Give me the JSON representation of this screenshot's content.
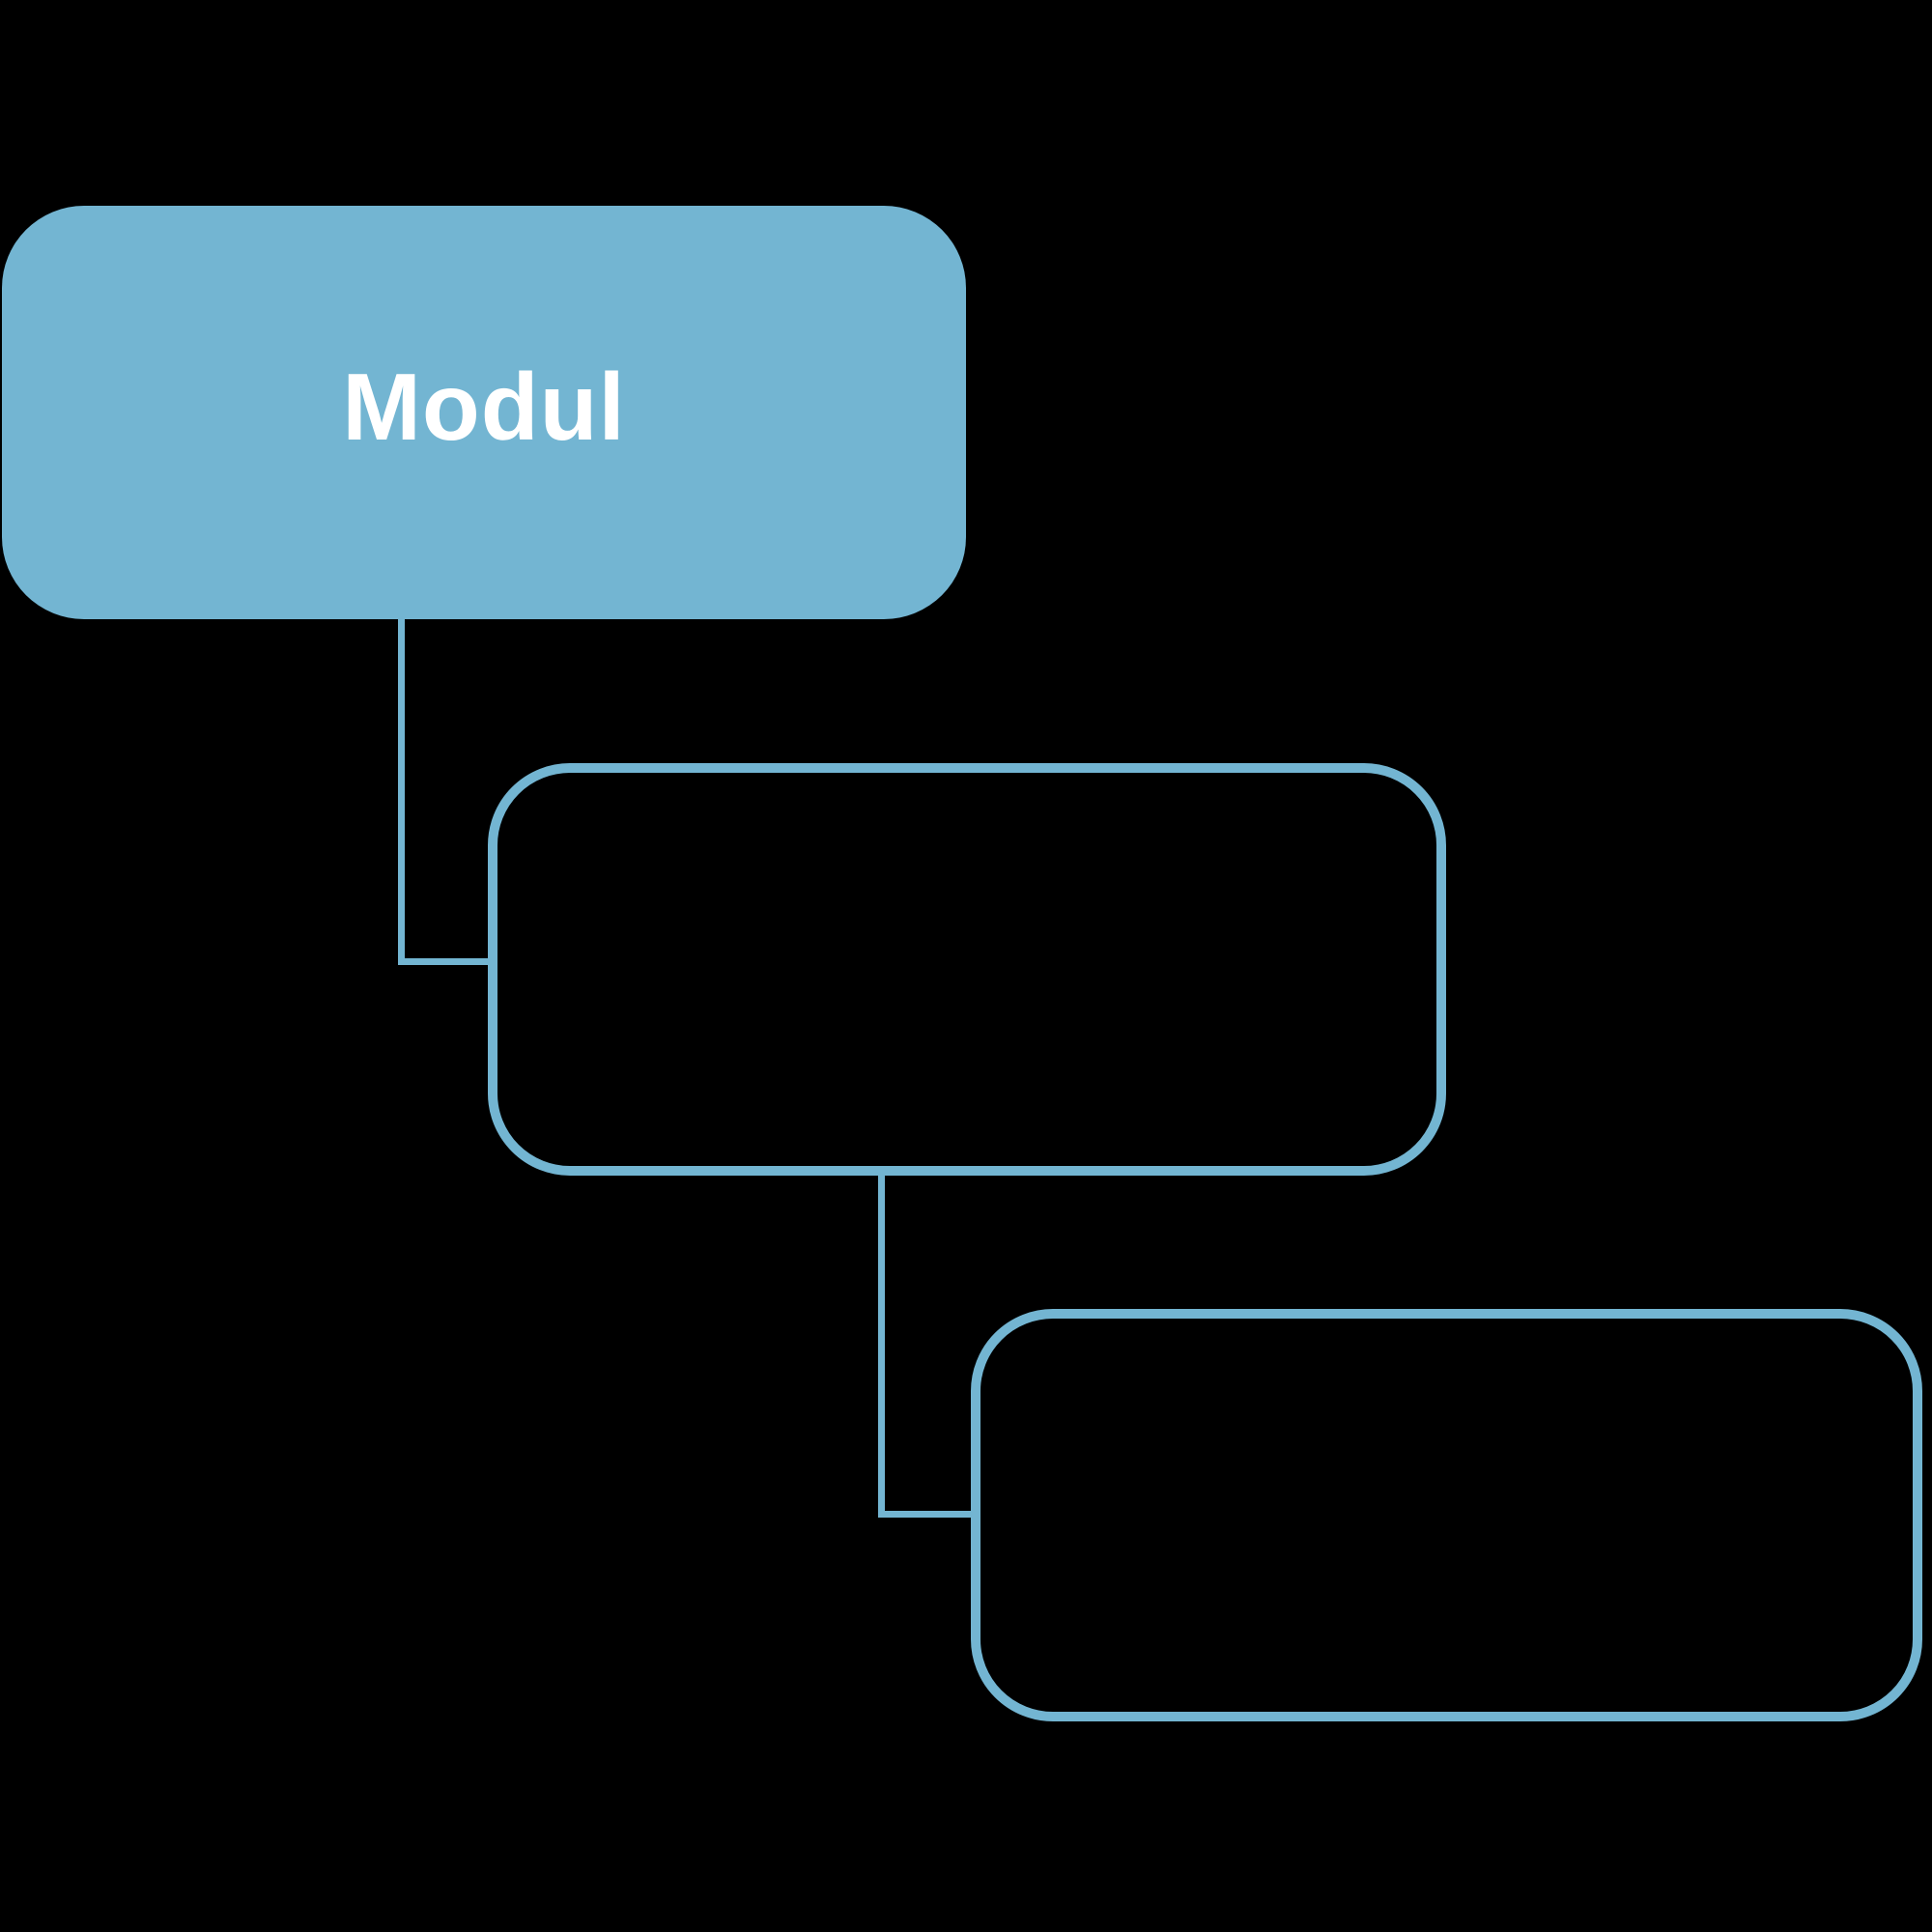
{
  "diagram": {
    "background": "#000000",
    "accent_color": "#73b5d2",
    "label_color": "#ffffff",
    "nodes": [
      {
        "id": "modul",
        "label": "Modul",
        "style": "filled"
      },
      {
        "id": "sub-1",
        "label": "",
        "style": "outlined"
      },
      {
        "id": "sub-2",
        "label": "",
        "style": "outlined"
      }
    ],
    "connectors": [
      {
        "from": "modul",
        "to": "sub-1",
        "type": "elbow"
      },
      {
        "from": "sub-1",
        "to": "sub-2",
        "type": "elbow"
      }
    ]
  }
}
